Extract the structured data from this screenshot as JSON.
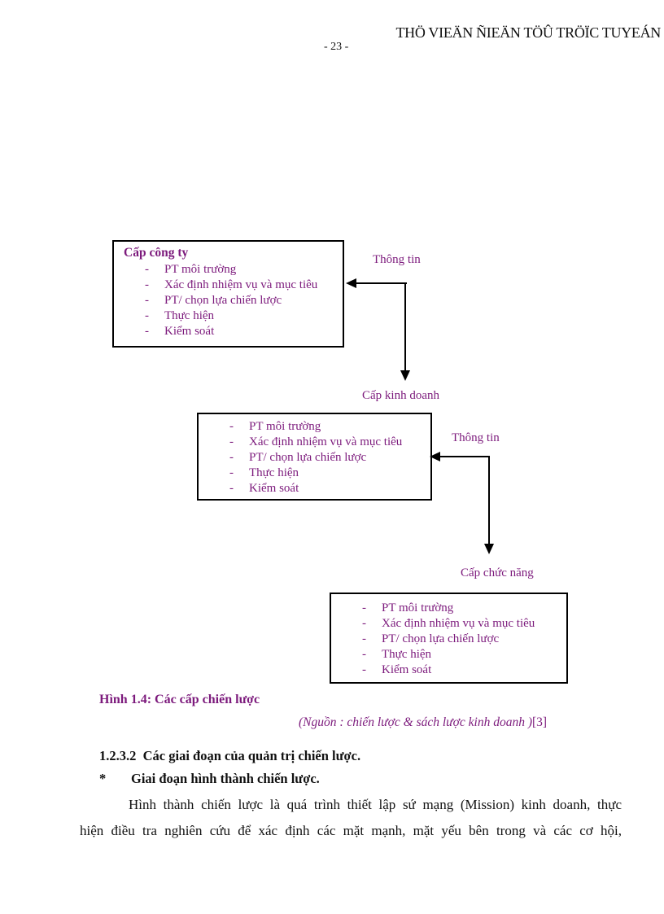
{
  "page": {
    "header_title": "THÖ VIEÄN ÑIEÄN TÖÛ TRÖÏC TUYEÁN",
    "page_number": "- 23 -"
  },
  "colors": {
    "purple_text": "#7c1a7c",
    "black_text": "#111111",
    "background": "#ffffff",
    "box_border": "#000000"
  },
  "diagram": {
    "boxes": [
      {
        "title": "Cấp công ty",
        "items": [
          "PT môi trường",
          "Xác định nhiệm vụ và mục tiêu",
          "PT/ chọn lựa chiến lược",
          "Thực hiện",
          "Kiểm soát"
        ]
      },
      {
        "label": "Cấp kinh doanh",
        "items": [
          "PT môi trường",
          "Xác định nhiệm vụ và mục tiêu",
          "PT/ chọn lựa chiến lược",
          "Thực hiện",
          "Kiểm soát"
        ]
      },
      {
        "label": "Cấp chức năng",
        "items": [
          "PT môi trường",
          "Xác định nhiệm vụ và mục tiêu",
          "PT/ chọn lựa chiến lược",
          "Thực hiện",
          "Kiểm soát"
        ]
      }
    ],
    "arrows": [
      {
        "label": "Thông tin"
      },
      {
        "label": "Thông tin"
      }
    ],
    "bullet": "-"
  },
  "caption": {
    "figure": "Hình 1.4: Các cấp chiến lược",
    "source_italic": "(Nguồn : chiến lược & sách lược kinh doanh )",
    "source_ref": "[3]"
  },
  "section": {
    "heading": "1.2.3.2  Các giai đoạn của quản trị chiến lược.",
    "subheading_marker": "*",
    "subheading": "Giai đoạn hình thành chiến lược.",
    "paragraph_line1": "Hình thành chiến lược là quá trình thiết lập sứ mạng (Mission) kinh doanh, thực",
    "paragraph_line2": "hiện điều tra nghiên cứu để xác định các mặt mạnh, mặt yếu bên trong và các cơ hội,"
  }
}
